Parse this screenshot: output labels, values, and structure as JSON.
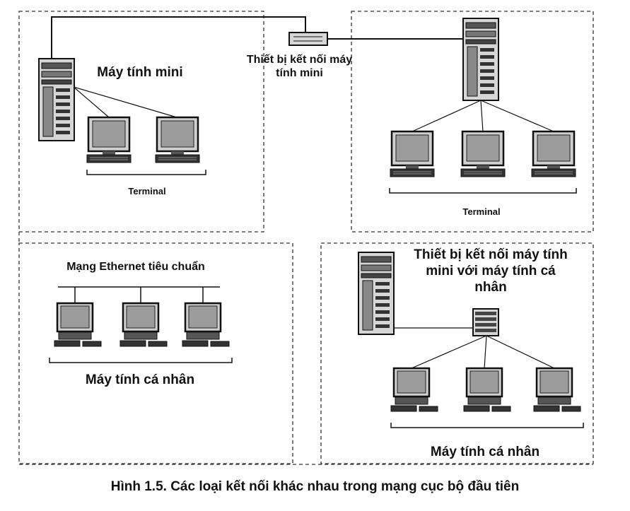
{
  "panels": {
    "top_left": {
      "title": "Máy tính mini",
      "terminal_label": "Terminal"
    },
    "connector_device": {
      "label_line1": "Thiết bị kết nối máy",
      "label_line2": "tính mini"
    },
    "top_right": {
      "terminal_label": "Terminal"
    },
    "bottom_left": {
      "title": "Mạng Ethernet tiêu chuẩn",
      "pc_label": "Máy tính cá nhân"
    },
    "bottom_right": {
      "title_line1": "Thiết bị kết nối máy tính",
      "title_line2": "mini với máy tính cá",
      "title_line3": "nhân",
      "pc_label": "Máy tính cá nhân"
    }
  },
  "caption": "Hình 1.5. Các loại kết nối khác nhau trong mạng cục bộ đầu tiên"
}
